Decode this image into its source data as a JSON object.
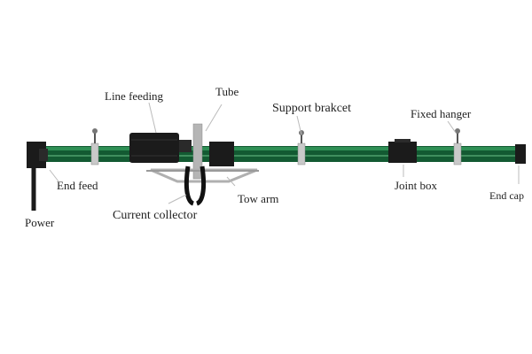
{
  "diagram": {
    "labels": {
      "line_feeding": "Line feeding",
      "tube": "Tube",
      "support_bracket": "Support brakcet",
      "fixed_hanger": "Fixed hanger",
      "end_feed": "End feed",
      "joint_box": "Joint box",
      "end_cap": "End cap",
      "power": "Power",
      "current_collector": "Current collector",
      "tow_arm": "Tow arm"
    },
    "colors": {
      "rail": "#135a32",
      "rail_highlight": "#2e8f55",
      "rail_stripe": "#6cc38b",
      "hardware": "#1b1b1b",
      "metal": "#c9c9c9",
      "label": "#222222"
    }
  }
}
